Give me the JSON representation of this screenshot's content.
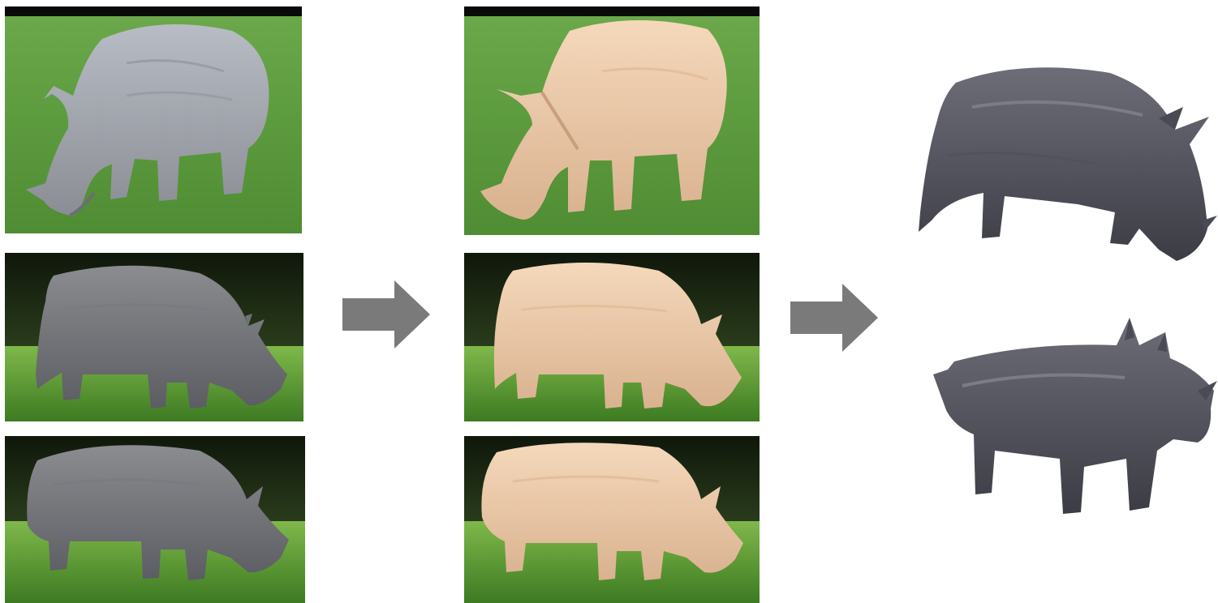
{
  "figure": {
    "columns": [
      {
        "role": "input-photos",
        "count": 3
      },
      {
        "role": "fitted-model-overlays",
        "count": 3
      },
      {
        "role": "textured-3d-renders",
        "count": 2
      }
    ],
    "arrows": [
      "right-arrow-icon",
      "right-arrow-icon"
    ]
  },
  "colors": {
    "arrow": "#7a7a7a",
    "grass": "#5a9a3a",
    "grass_dark": "#3f7a28",
    "forest": "#1d2a14",
    "rhino_photo": "#8d8f95",
    "rhino_photo_dark": "#6f7177",
    "model_skin": "#efccab",
    "model_shade": "#d7b18d",
    "texture_rhino": "#5d5d68",
    "texture_dark": "#3b3b44"
  }
}
